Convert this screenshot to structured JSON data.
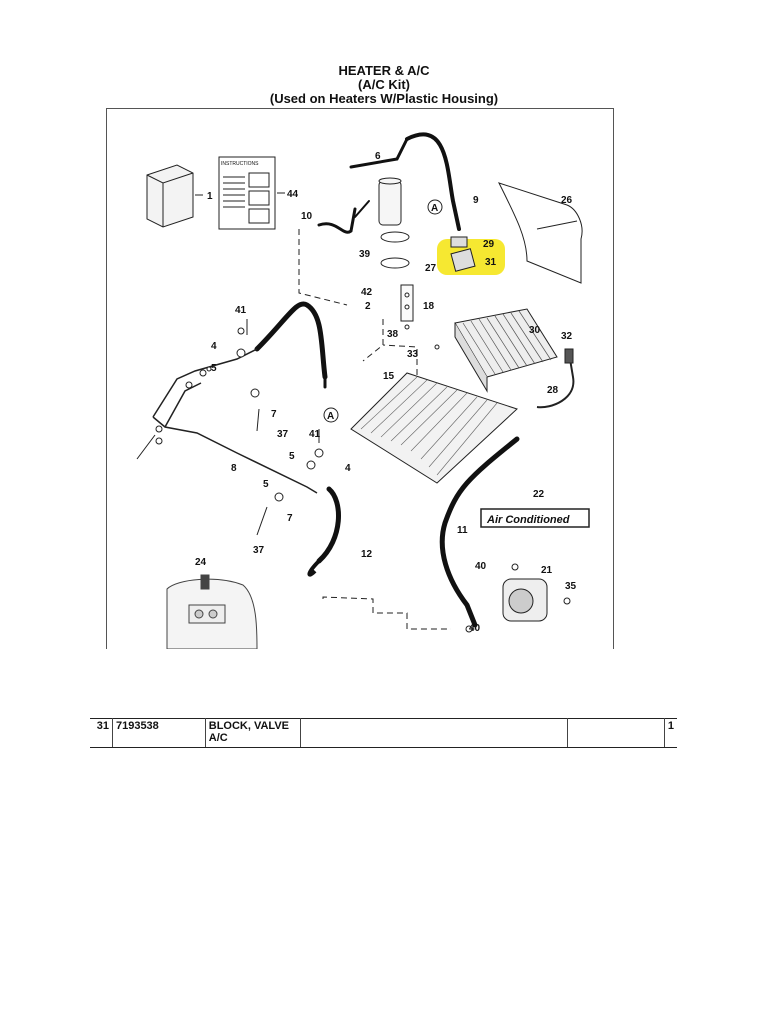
{
  "title": {
    "line1": "HEATER & A/C",
    "line2": "(A/C Kit)",
    "line3": "(Used on Heaters W/Plastic Housing)"
  },
  "diagram": {
    "instructions_label": "INSTRUCTIONS",
    "decal_text": "Air Conditioned",
    "callout_letter": "A",
    "highlight_color": "#f5e51b",
    "callouts": [
      "1",
      "44",
      "6",
      "9",
      "10",
      "39",
      "26",
      "29",
      "31",
      "27",
      "42",
      "2",
      "18",
      "38",
      "41",
      "4",
      "5",
      "30",
      "32",
      "33",
      "15",
      "28",
      "7",
      "37",
      "8",
      "41",
      "5",
      "4",
      "5",
      "7",
      "37",
      "22",
      "11",
      "12",
      "24",
      "40",
      "21",
      "35",
      "40"
    ]
  },
  "parts_table": {
    "row": {
      "item": "31",
      "part_number": "7193538",
      "description_line1": "BLOCK, VALVE",
      "description_line2": "A/C",
      "notes": "",
      "serial": "",
      "qty": "1"
    }
  }
}
